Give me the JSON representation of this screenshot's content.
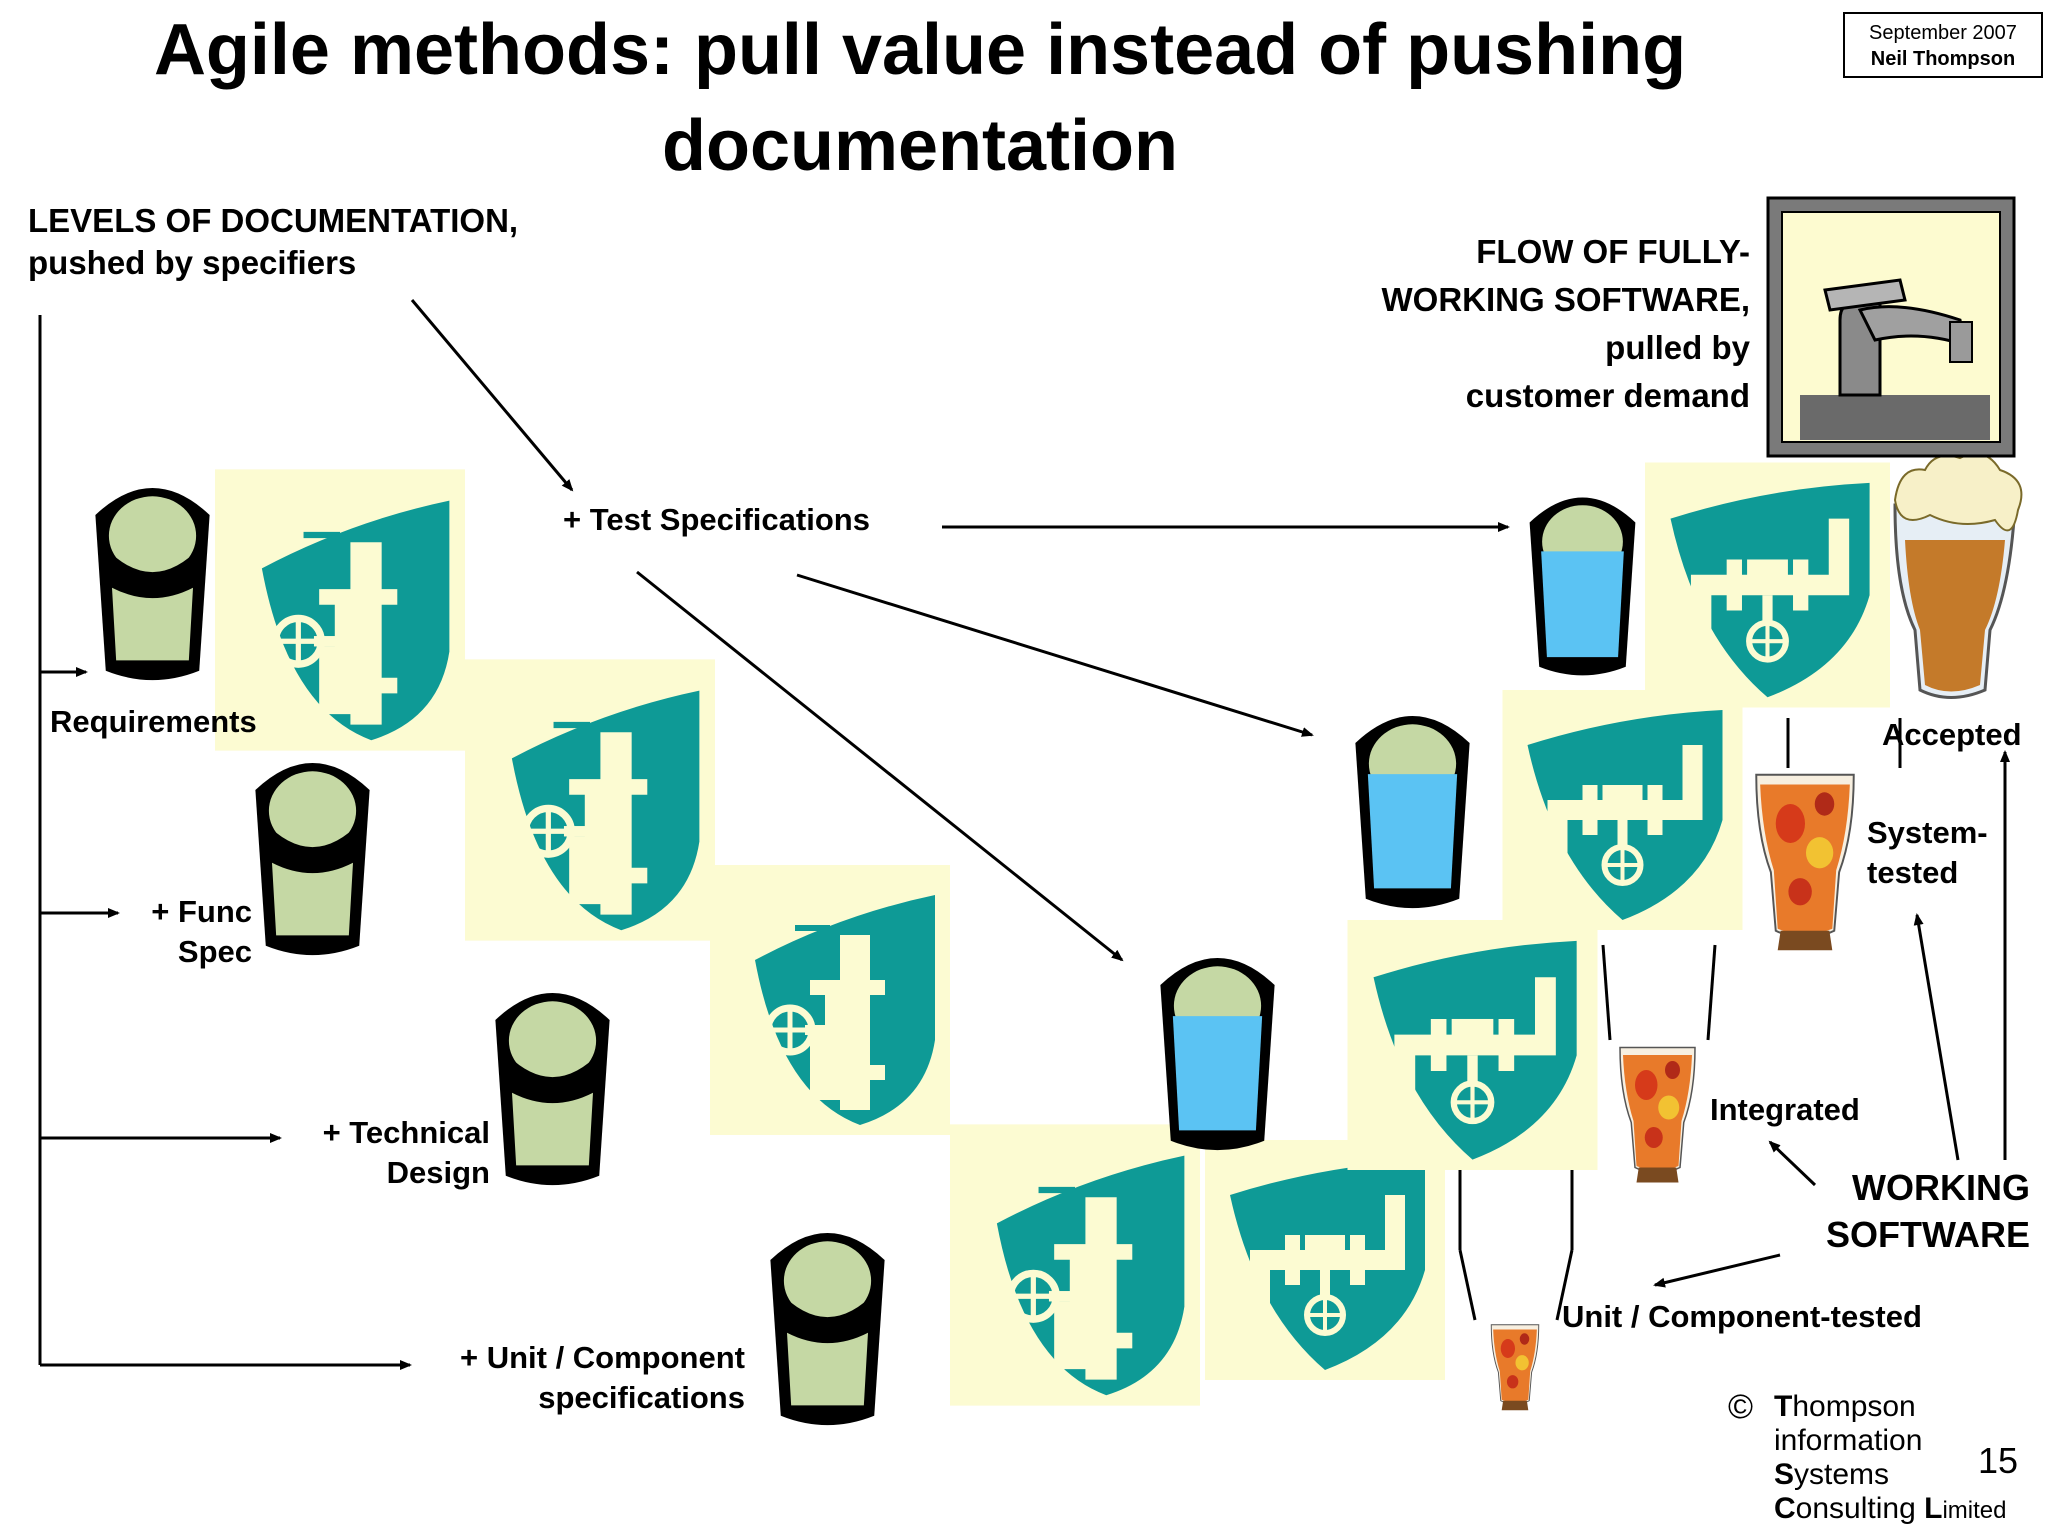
{
  "title_line1": "Agile methods: pull value instead of pushing",
  "title_line2": "documentation",
  "date": "September 2007",
  "author": "Neil Thompson",
  "left_heading_line1": "LEVELS OF DOCUMENTATION,",
  "left_heading_line2": "pushed by specifiers",
  "right_heading": [
    "FLOW OF FULLY-",
    "WORKING SOFTWARE,",
    "pulled by",
    "customer demand"
  ],
  "doc_levels": {
    "requirements": "Requirements",
    "func_spec": [
      "+ Func",
      "Spec"
    ],
    "technical_design": [
      "+ Technical",
      "Design"
    ],
    "unit_specs": [
      "+ Unit / Component",
      "specifications"
    ],
    "test_specs": "+ Test Specifications"
  },
  "software_levels": {
    "accepted": "Accepted",
    "system_tested": [
      "System-",
      "tested"
    ],
    "integrated": "Integrated",
    "unit_tested": "Unit / Component-tested",
    "working_software": [
      "WORKING",
      "SOFTWARE"
    ]
  },
  "logo": {
    "copyright": "©",
    "lines": [
      {
        "cap": "T",
        "rest": "hompson"
      },
      {
        "cap": "",
        "rest": "information"
      },
      {
        "cap": "S",
        "rest": "ystems"
      },
      {
        "cap": "C",
        "rest": "onsulting "
      },
      {
        "cap": "L",
        "rest": "imited"
      }
    ]
  },
  "page_number": "15",
  "icons": [
    "cup-icon",
    "pipe-valve-icon",
    "beer-glass-icon",
    "faucet-icon"
  ],
  "colors": {
    "teal": "#0e9a96",
    "cream": "#fcfbd2",
    "cup_green": "#c5d8a4",
    "cup_blue": "#5bc3f3",
    "beer": "#e87a2a"
  }
}
